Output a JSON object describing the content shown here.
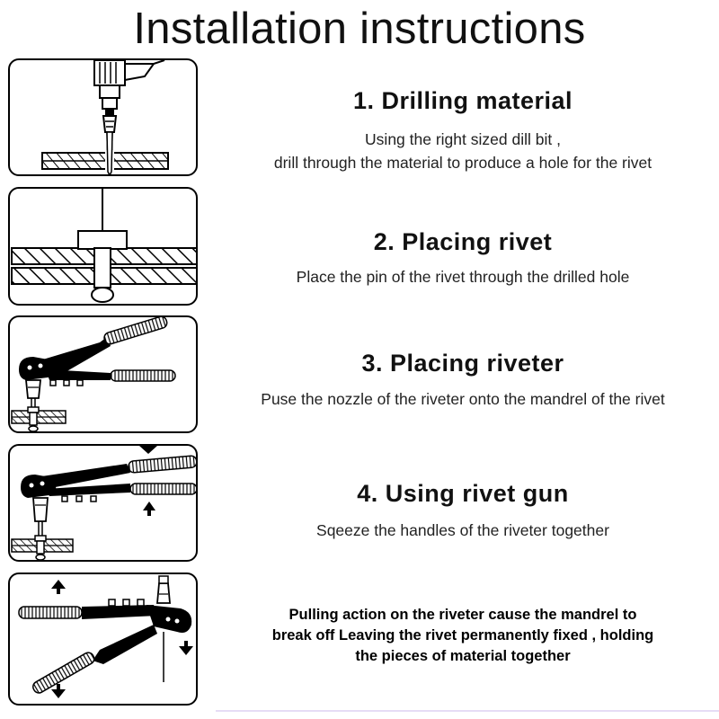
{
  "title": "Installation instructions",
  "steps": [
    {
      "heading": "1. Drilling material",
      "lines": [
        "Using the right sized dill bit ,",
        "drill through the material to produce a hole for the rivet"
      ]
    },
    {
      "heading": "2. Placing rivet",
      "lines": [
        "Place the pin of the rivet through the drilled hole"
      ]
    },
    {
      "heading": "3. Placing riveter",
      "lines": [
        "Puse the nozzle of the riveter onto the mandrel of the rivet"
      ]
    },
    {
      "heading": "4. Using rivet gun",
      "lines": [
        "Sqeeze the handles of the riveter together"
      ]
    }
  ],
  "final": {
    "lines": [
      "Pulling action on the riveter cause the mandrel to",
      "break off Leaving the rivet permanently fixed , holding",
      "the pieces of material together"
    ]
  },
  "illustrations": [
    {
      "icon": "drill-icon"
    },
    {
      "icon": "rivet-icon"
    },
    {
      "icon": "riveter-icon"
    },
    {
      "icon": "riveter-squeeze-icon"
    },
    {
      "icon": "riveter-pull-icon"
    }
  ],
  "colors": {
    "ink": "#000000",
    "background": "#ffffff"
  }
}
